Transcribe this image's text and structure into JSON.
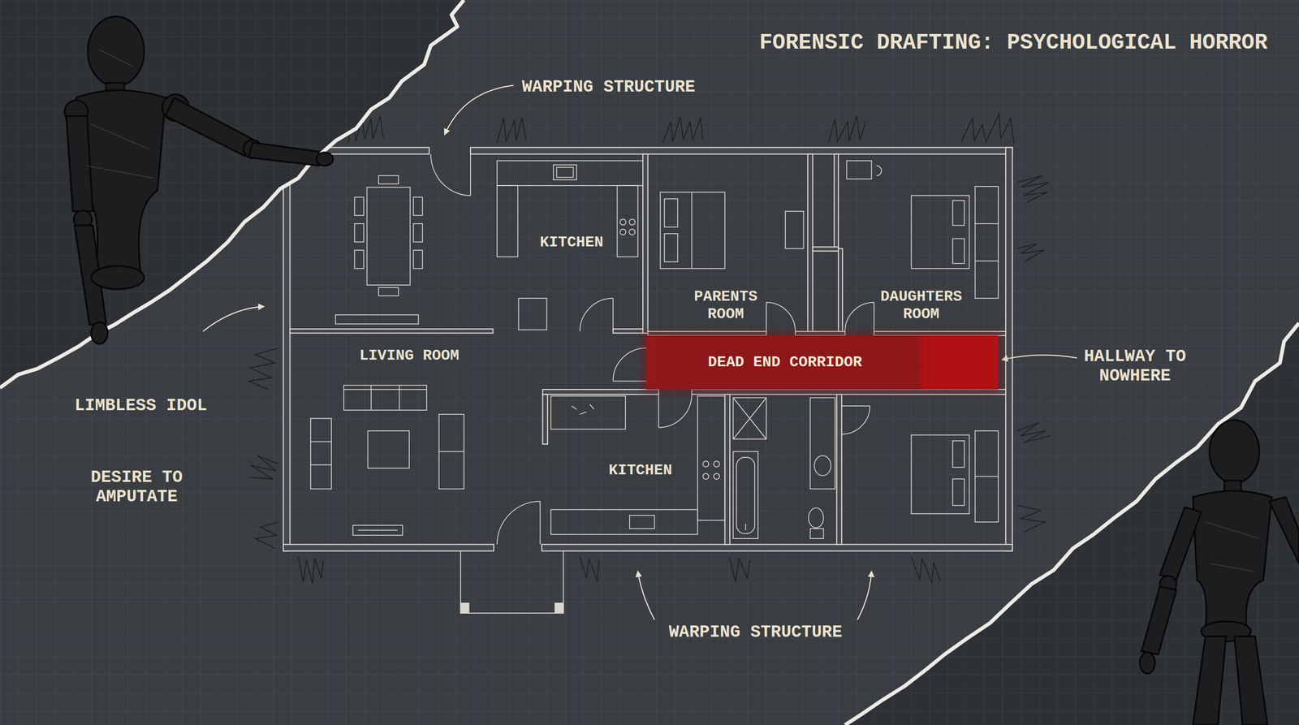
{
  "diagram": {
    "title": "FORENSIC DRAFTING: PSYCHOLOGICAL HORROR",
    "nodes": [
      {
        "text": [
          "KITCHEN"
        ]
      },
      {
        "text": [
          "PARENTS ROOM"
        ]
      },
      {
        "text": [
          "DAUGHTERS ROOM"
        ]
      },
      {
        "text": [
          "LIVING ROOM"
        ]
      },
      {
        "text": [
          "DEAD END CORRIDOR"
        ]
      },
      {
        "text": [
          "KITCHEN"
        ]
      }
    ],
    "labels": [
      "WARPING STRUCTURE",
      "HALLWAY TO NOWHERE",
      "LIMBLESS IDOL",
      "DESIRE TO AMPUTATE",
      "WARPING STRUCTURE"
    ]
  }
}
